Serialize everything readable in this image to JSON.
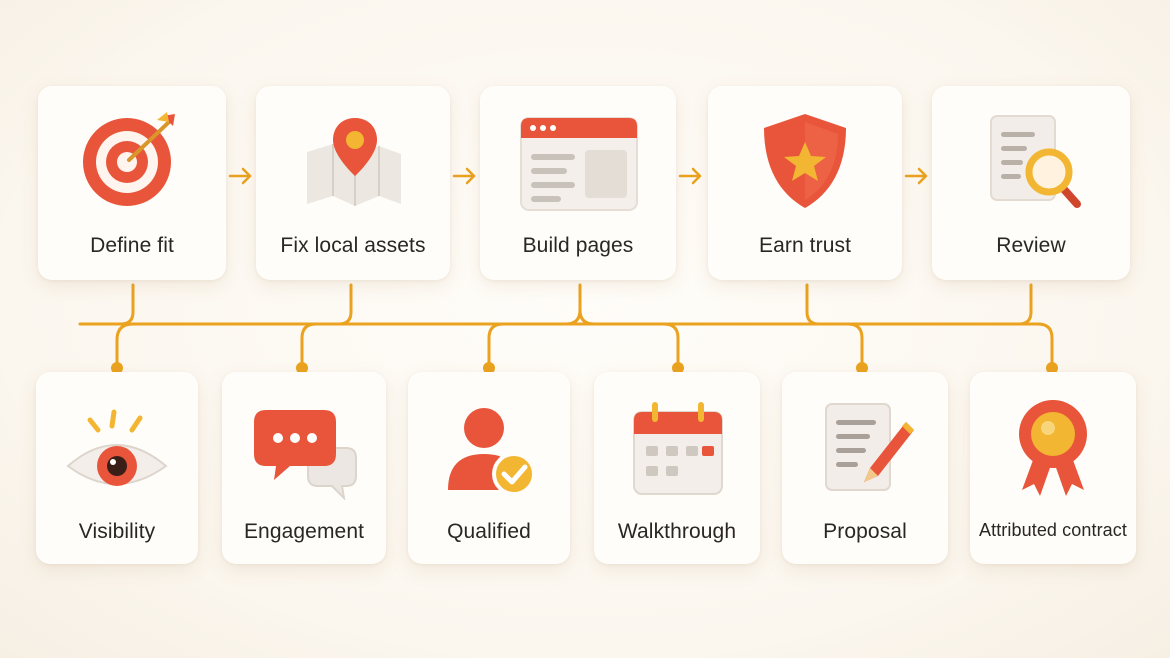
{
  "steps_top": [
    {
      "label": "Define fit",
      "icon": "target-icon"
    },
    {
      "label": "Fix local assets",
      "icon": "map-pin-icon"
    },
    {
      "label": "Build pages",
      "icon": "webpage-icon"
    },
    {
      "label": "Earn trust",
      "icon": "shield-star-icon"
    },
    {
      "label": "Review",
      "icon": "document-search-icon"
    }
  ],
  "steps_bottom": [
    {
      "label": "Visibility",
      "icon": "eye-icon"
    },
    {
      "label": "Engagement",
      "icon": "chat-bubbles-icon"
    },
    {
      "label": "Qualified",
      "icon": "user-check-icon"
    },
    {
      "label": "Walkthrough",
      "icon": "calendar-icon"
    },
    {
      "label": "Proposal",
      "icon": "document-pencil-icon"
    },
    {
      "label": "Attributed contract",
      "icon": "award-ribbon-icon"
    }
  ],
  "colors": {
    "accent": "#e8553a",
    "connector": "#eaa21f",
    "gold": "#f2b632",
    "card": "#fffdfa",
    "text": "#2a2623"
  }
}
